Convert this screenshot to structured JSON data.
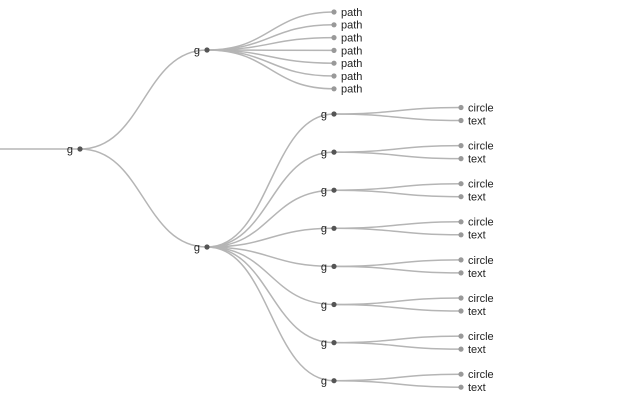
{
  "tree": {
    "label": "g",
    "children": [
      {
        "label": "g",
        "children": [
          {
            "label": "path"
          },
          {
            "label": "path"
          },
          {
            "label": "path"
          },
          {
            "label": "path"
          },
          {
            "label": "path"
          },
          {
            "label": "path"
          },
          {
            "label": "path"
          }
        ]
      },
      {
        "label": "g",
        "children": [
          {
            "label": "g",
            "children": [
              {
                "label": "circle"
              },
              {
                "label": "text"
              }
            ]
          },
          {
            "label": "g",
            "children": [
              {
                "label": "circle"
              },
              {
                "label": "text"
              }
            ]
          },
          {
            "label": "g",
            "children": [
              {
                "label": "circle"
              },
              {
                "label": "text"
              }
            ]
          },
          {
            "label": "g",
            "children": [
              {
                "label": "circle"
              },
              {
                "label": "text"
              }
            ]
          },
          {
            "label": "g",
            "children": [
              {
                "label": "circle"
              },
              {
                "label": "text"
              }
            ]
          },
          {
            "label": "g",
            "children": [
              {
                "label": "circle"
              },
              {
                "label": "text"
              }
            ]
          },
          {
            "label": "g",
            "children": [
              {
                "label": "circle"
              },
              {
                "label": "text"
              }
            ]
          },
          {
            "label": "g",
            "children": [
              {
                "label": "circle"
              },
              {
                "label": "text"
              }
            ]
          }
        ]
      }
    ]
  },
  "colors": {
    "link": "#b5b5b5",
    "internal_node": "#555555",
    "leaf_node": "#999999",
    "label": "#222222"
  }
}
